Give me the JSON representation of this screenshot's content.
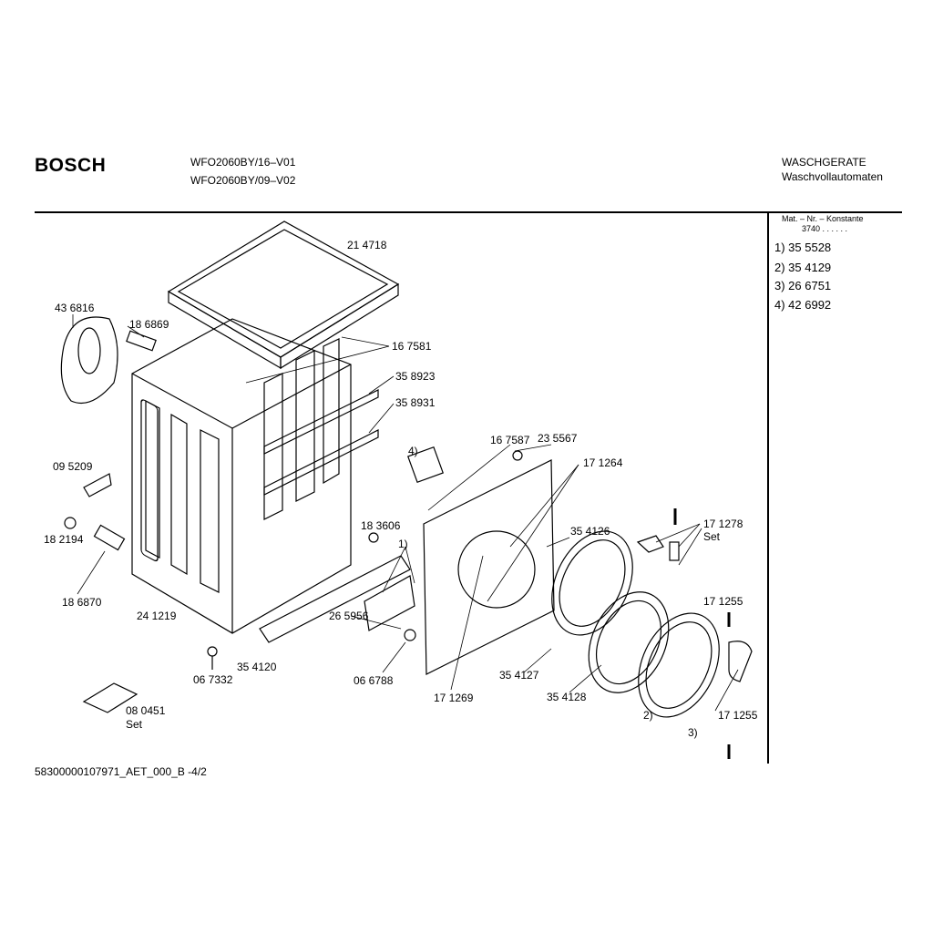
{
  "header": {
    "brand": "BOSCH",
    "models": [
      "WFO2060BY/16–V01",
      "WFO2060BY/09–V02"
    ],
    "category": "WASCHGERATE",
    "subcategory": "Waschvollautomaten"
  },
  "side_panel": {
    "title": "Mat. – Nr. – Konstante",
    "constant": "3740  .  .  .  .  .  .",
    "items": [
      "1) 35 5528",
      "2) 35 4129",
      "3) 26 6751",
      "4) 42 6992"
    ]
  },
  "labels": [
    "21 4718",
    "43 6816",
    "18 6869",
    "16 7581",
    "35 8923",
    "35 8931",
    "16 7587",
    "23 5567",
    "4)",
    "17 1264",
    "09 5209",
    "18 3606",
    "1)",
    "18 2194",
    "35 4126",
    "17 1278",
    "Set",
    "17 1255",
    "18 6870",
    "24 1219",
    "26 5956",
    "35 4120",
    "06 6788",
    "35 4127",
    "06 7332",
    "35 4128",
    "17 1269",
    "08 0451",
    "Set",
    "2)",
    "17 1255",
    "3)"
  ],
  "footer": {
    "doc_id": "58300000107971_AET_000_B  -4/2"
  }
}
